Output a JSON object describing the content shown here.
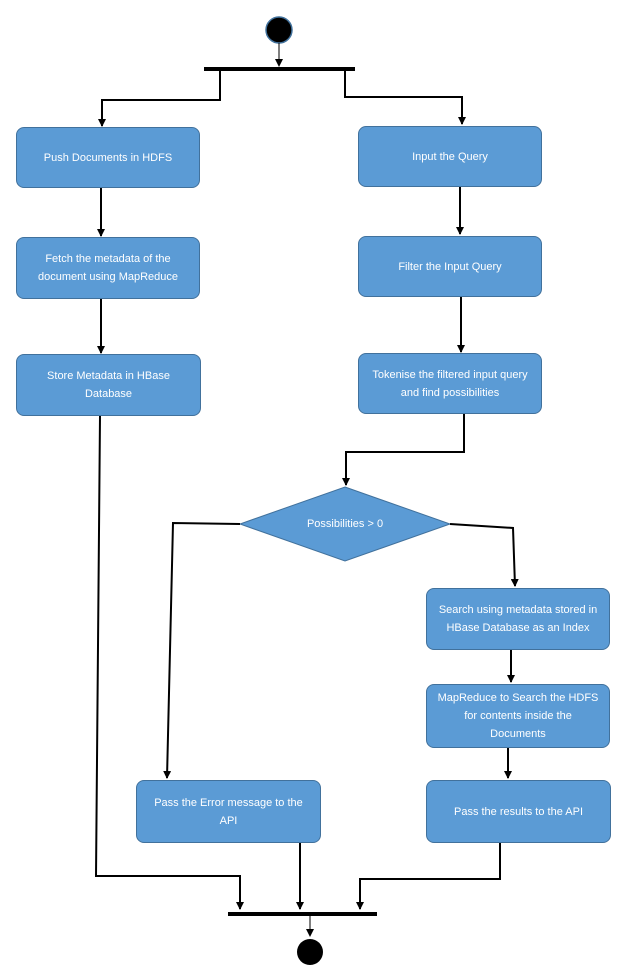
{
  "nodes": {
    "push_documents": "Push Documents in HDFS",
    "fetch_metadata": "Fetch the metadata of the document using MapReduce",
    "store_metadata": "Store Metadata in HBase Database",
    "input_query": "Input the Query",
    "filter_query": "Filter the Input Query",
    "tokenise_query": "Tokenise the filtered input query and find possibilities",
    "decision": "Possibilities > 0",
    "search_metadata": "Search using metadata stored in HBase Database as an Index",
    "mapreduce_search": "MapReduce to Search the HDFS for contents inside the Documents",
    "pass_error": "Pass the Error message to the API",
    "pass_results": "Pass the results to the API"
  },
  "colors": {
    "box_fill": "#5b9bd5",
    "box_border": "#41719c",
    "box_text": "#ffffff",
    "line": "#000000",
    "start_end_fill": "#000000",
    "start_border": "#41719c"
  }
}
